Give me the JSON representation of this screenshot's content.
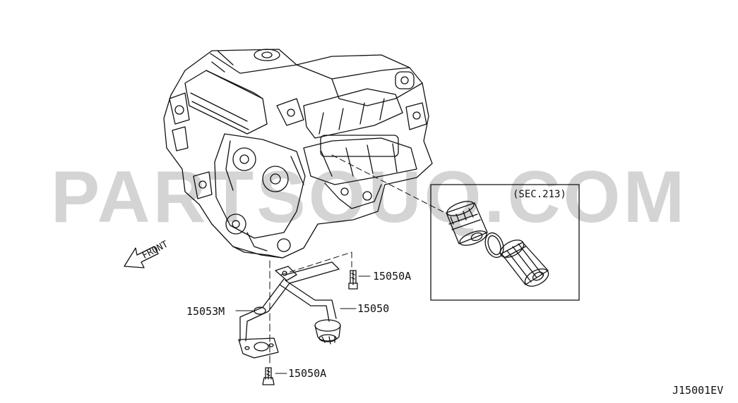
{
  "watermark": {
    "text": "PARTSOUQ.COM"
  },
  "diagram_code": "J15001EV",
  "direction_label": "FRONT",
  "inset": {
    "label": "(SEC.213)"
  },
  "callouts": [
    {
      "id": "bolt-upper",
      "text": "15050A"
    },
    {
      "id": "strainer",
      "text": "15050"
    },
    {
      "id": "o-ring",
      "text": "15053M"
    },
    {
      "id": "bolt-lower",
      "text": "15050A"
    }
  ],
  "colors": {
    "line": "#111111",
    "watermark": "#d4d4d4",
    "background": "#ffffff"
  }
}
